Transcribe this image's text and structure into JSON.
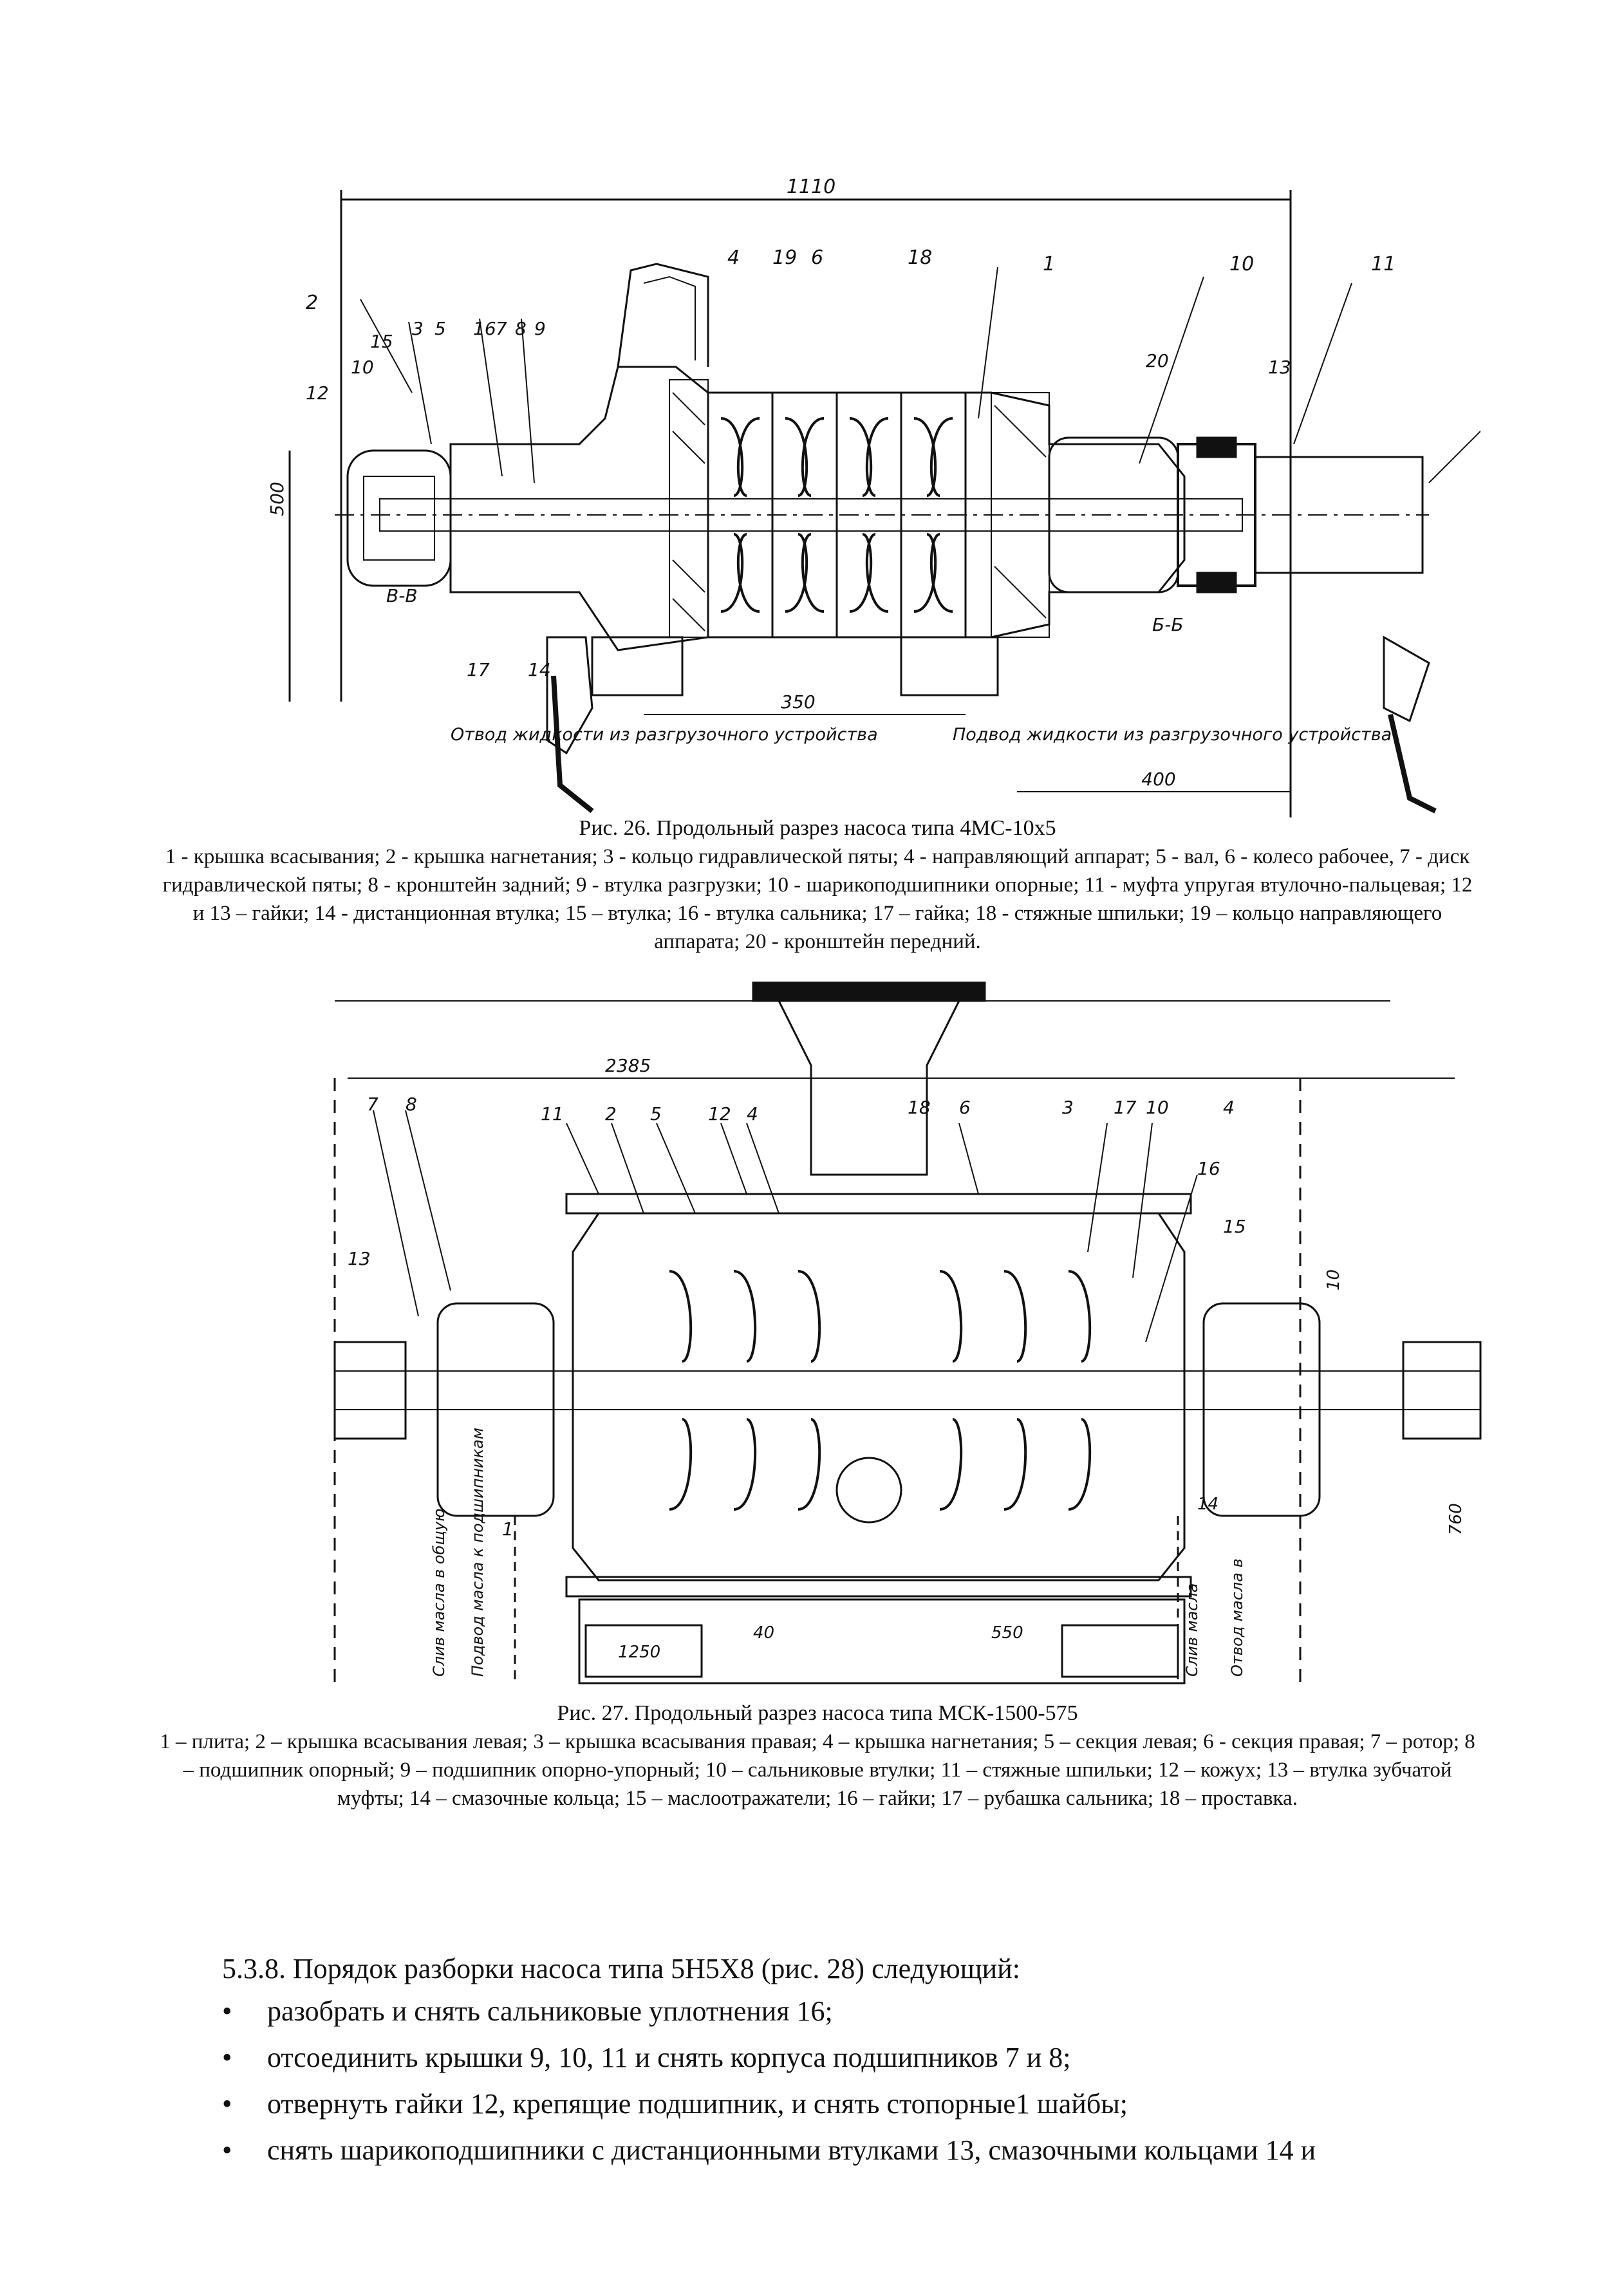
{
  "figure26": {
    "dimensions": {
      "total_length": "1110",
      "height": "500",
      "spacing": "350",
      "right": "400"
    },
    "callouts": [
      "1",
      "2",
      "3",
      "4",
      "5",
      "6",
      "7",
      "8",
      "9",
      "10",
      "11",
      "12",
      "13",
      "14",
      "15",
      "16",
      "17",
      "18",
      "19",
      "20",
      "10"
    ],
    "section_marks": [
      "В-В",
      "Б-Б"
    ],
    "notes": {
      "left": "Отвод жидкости из разгрузочного устройства",
      "right": "Подвод жидкости из разгрузочного устройства"
    },
    "title": "Рис. 26. Продольный разрез насоса типа 4МС-10х5",
    "legend": "1 - крышка всасывания; 2 - крышка нагнетания; 3 - кольцо гидравлической пяты; 4 - направляющий аппарат; 5 - вал, 6 - колесо рабочее, 7 - диск гидравлической пяты; 8 - кронштейн задний; 9 - втулка разгрузки; 10 - шарикоподшипники опорные; 11 - муфта упругая втулочно-пальцевая; 12 и 13 – гайки; 14 - дистанционная втулка; 15 – втулка; 16 - втулка сальника; 17 – гайка; 18 - стяжные шпильки; 19 – кольцо направляющего аппарата; 20 - кронштейн передний."
  },
  "figure27": {
    "dimensions": {
      "total_length": "2385",
      "dim_a": "1250",
      "dim_b": "550",
      "dim_c": "40",
      "right_h": "10",
      "right_h2": "760"
    },
    "callouts": [
      "7",
      "8",
      "11",
      "2",
      "5",
      "12",
      "4",
      "18",
      "6",
      "3",
      "17",
      "10",
      "4",
      "16",
      "15",
      "13",
      "1",
      "14"
    ],
    "notes": {
      "left1": "Слив масла в общую",
      "left2": "Подвод масла к подшипникам",
      "right1": "Слив масла",
      "right2": "Отвод масла в"
    },
    "title": "Рис. 27. Продольный разрез насоса типа МСК-1500-575",
    "legend": "1 – плита; 2 – крышка всасывания левая; 3 – крышка всасывания правая; 4 – крышка нагнетания; 5 – секция левая; 6 - секция правая; 7 – ротор; 8 – подшипник опорный; 9 – подшипник опорно-упорный; 10 – сальниковые втулки; 11 – стяжные шпильки; 12 – кожух; 13 – втулка зубчатой муфты; 14 – смазочные кольца; 15 – маслоотражатели; 16 – гайки; 17 – рубашка сальника; 18 – проставка."
  },
  "section": {
    "heading": "5.3.8. Порядок разборки насоса типа 5Н5Х8 (рис. 28) следующий:",
    "items": [
      "разобрать и снять сальниковые уплотнения 16;",
      "отсоединить крышки 9, 10, 11 и снять корпуса подшипников 7 и 8;",
      "отвернуть гайки 12, крепящие подшипник, и снять стопорные1 шайбы;",
      "снять шарикоподшипники с дистанционными втулками 13, смазочными кольцами 14 и"
    ]
  }
}
